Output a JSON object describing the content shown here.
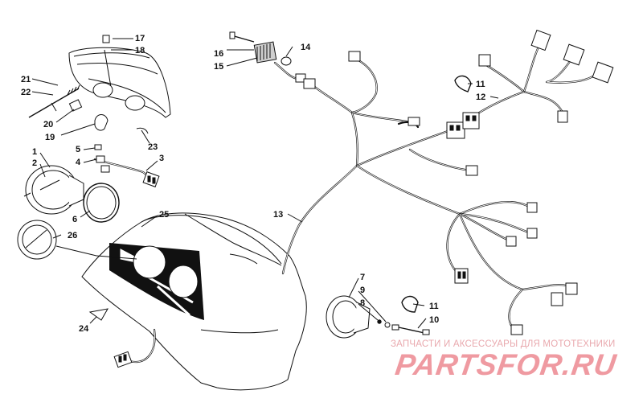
{
  "callouts": {
    "c1": "1",
    "c2": "2",
    "c3": "3",
    "c4": "4",
    "c5": "5",
    "c6": "6",
    "c7": "7",
    "c8": "8",
    "c9": "9",
    "c10": "10",
    "c11a": "11",
    "c11b": "11",
    "c12": "12",
    "c13": "13",
    "c14": "14",
    "c15": "15",
    "c16": "16",
    "c17": "17",
    "c18": "18",
    "c19": "19",
    "c20": "20",
    "c21": "21",
    "c22": "22",
    "c23": "23",
    "c24": "24",
    "c25": "25",
    "c26": "26"
  },
  "watermark": {
    "subtitle": "ЗАПЧАСТИ И АКСЕССУАРЫ ДЛЯ МОТОТЕХНИКИ",
    "brand": "PARTSFOR.RU"
  },
  "colors": {
    "line": "#111111",
    "watermark": "#ef9aa1"
  }
}
